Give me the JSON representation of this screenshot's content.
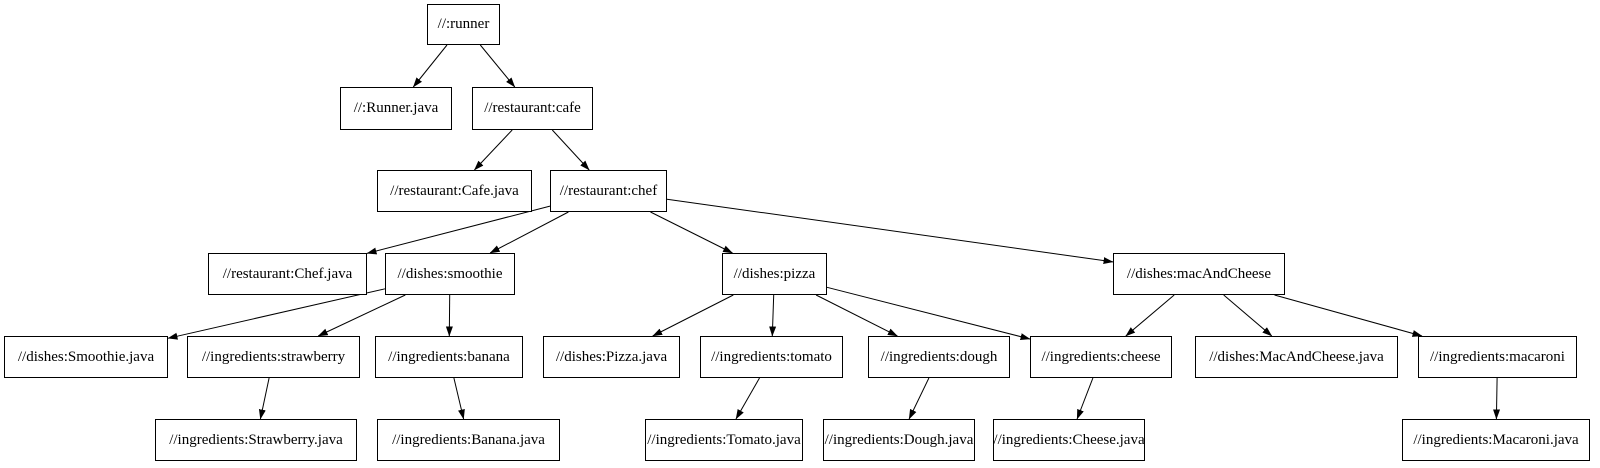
{
  "diagram": {
    "type": "dependency-graph",
    "background_color": "#ffffff",
    "node_fill_color": "#ffffff",
    "node_border_color": "#000000",
    "edge_color": "#000000",
    "nodes": [
      {
        "id": "runner",
        "label": "//:runner"
      },
      {
        "id": "runner_java",
        "label": "//:Runner.java"
      },
      {
        "id": "cafe",
        "label": "//restaurant:cafe"
      },
      {
        "id": "cafe_java",
        "label": "//restaurant:Cafe.java"
      },
      {
        "id": "chef",
        "label": "//restaurant:chef"
      },
      {
        "id": "chef_java",
        "label": "//restaurant:Chef.java"
      },
      {
        "id": "smoothie",
        "label": "//dishes:smoothie"
      },
      {
        "id": "pizza",
        "label": "//dishes:pizza"
      },
      {
        "id": "macAndCheese",
        "label": "//dishes:macAndCheese"
      },
      {
        "id": "smoothie_java",
        "label": "//dishes:Smoothie.java"
      },
      {
        "id": "strawberry",
        "label": "//ingredients:strawberry"
      },
      {
        "id": "banana",
        "label": "//ingredients:banana"
      },
      {
        "id": "pizza_java",
        "label": "//dishes:Pizza.java"
      },
      {
        "id": "tomato",
        "label": "//ingredients:tomato"
      },
      {
        "id": "dough",
        "label": "//ingredients:dough"
      },
      {
        "id": "cheese",
        "label": "//ingredients:cheese"
      },
      {
        "id": "mac_java",
        "label": "//dishes:MacAndCheese.java"
      },
      {
        "id": "macaroni",
        "label": "//ingredients:macaroni"
      },
      {
        "id": "strawberry_java",
        "label": "//ingredients:Strawberry.java"
      },
      {
        "id": "banana_java",
        "label": "//ingredients:Banana.java"
      },
      {
        "id": "tomato_java",
        "label": "//ingredients:Tomato.java"
      },
      {
        "id": "dough_java",
        "label": "//ingredients:Dough.java"
      },
      {
        "id": "cheese_java",
        "label": "//ingredients:Cheese.java"
      },
      {
        "id": "macaroni_java",
        "label": "//ingredients:Macaroni.java"
      }
    ],
    "edges": [
      {
        "from": "runner",
        "to": "runner_java"
      },
      {
        "from": "runner",
        "to": "cafe"
      },
      {
        "from": "cafe",
        "to": "cafe_java"
      },
      {
        "from": "cafe",
        "to": "chef"
      },
      {
        "from": "chef",
        "to": "chef_java"
      },
      {
        "from": "chef",
        "to": "smoothie"
      },
      {
        "from": "chef",
        "to": "pizza"
      },
      {
        "from": "chef",
        "to": "macAndCheese"
      },
      {
        "from": "smoothie",
        "to": "smoothie_java"
      },
      {
        "from": "smoothie",
        "to": "strawberry"
      },
      {
        "from": "smoothie",
        "to": "banana"
      },
      {
        "from": "strawberry",
        "to": "strawberry_java"
      },
      {
        "from": "banana",
        "to": "banana_java"
      },
      {
        "from": "pizza",
        "to": "pizza_java"
      },
      {
        "from": "pizza",
        "to": "tomato"
      },
      {
        "from": "pizza",
        "to": "dough"
      },
      {
        "from": "pizza",
        "to": "cheese"
      },
      {
        "from": "tomato",
        "to": "tomato_java"
      },
      {
        "from": "dough",
        "to": "dough_java"
      },
      {
        "from": "cheese",
        "to": "cheese_java"
      },
      {
        "from": "macAndCheese",
        "to": "cheese"
      },
      {
        "from": "macAndCheese",
        "to": "mac_java"
      },
      {
        "from": "macAndCheese",
        "to": "macaroni"
      },
      {
        "from": "macaroni",
        "to": "macaroni_java"
      }
    ]
  }
}
